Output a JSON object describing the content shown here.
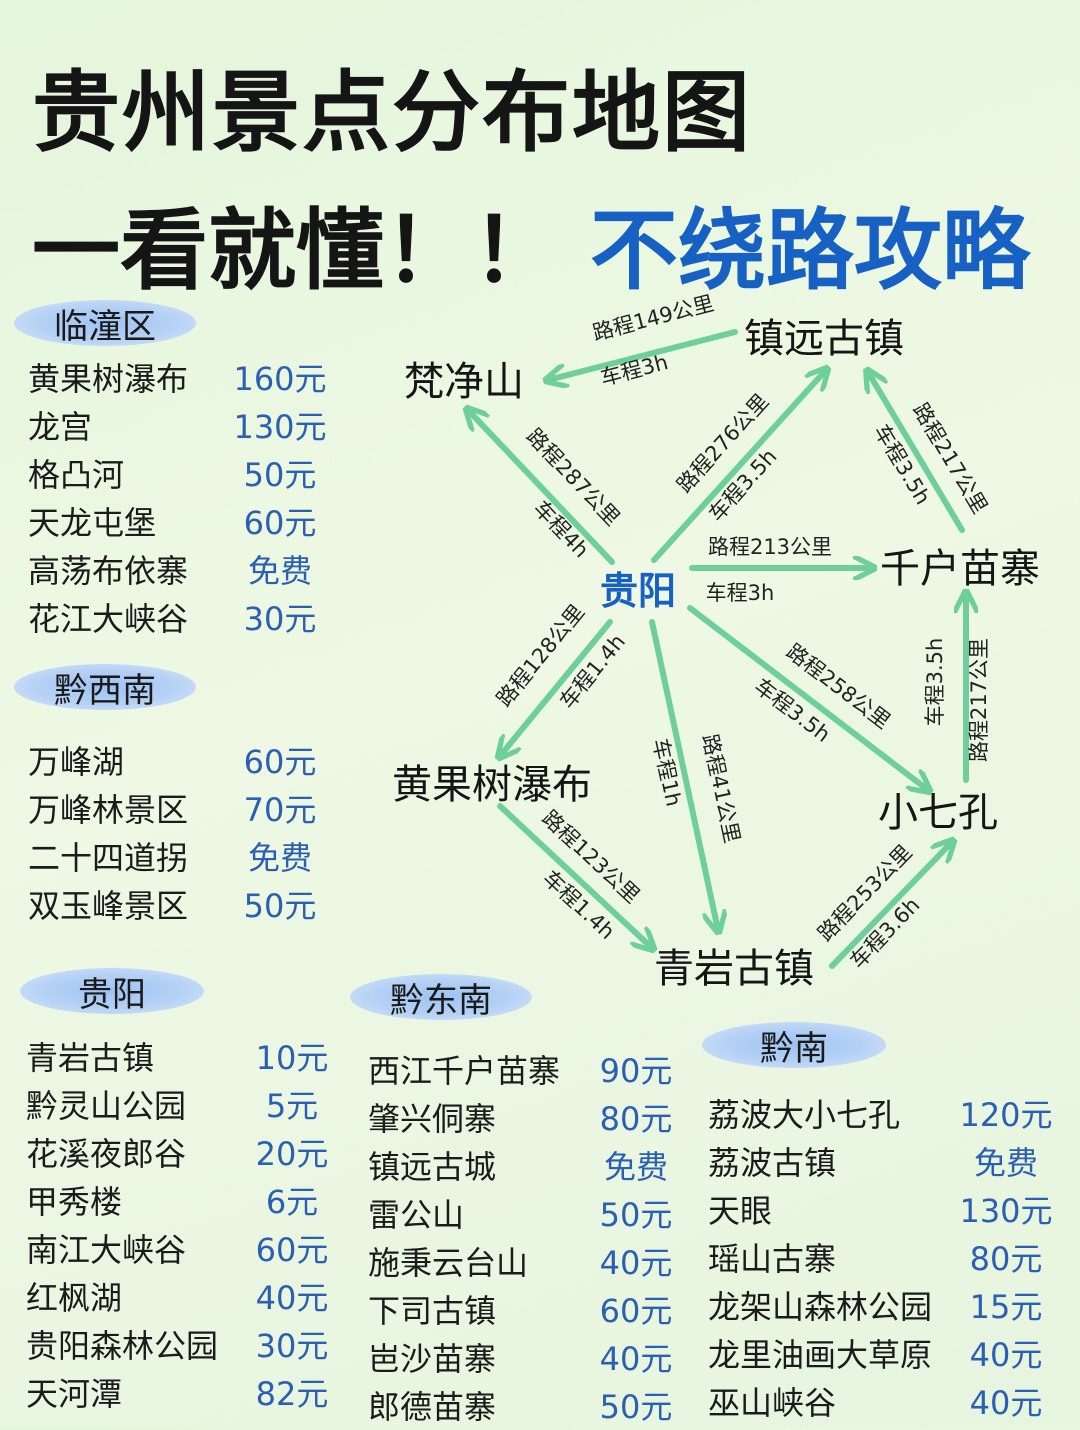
{
  "title": {
    "line1": "贵州景点分布地图",
    "line2a": "一看就懂！！",
    "line2b": "不绕路攻略"
  },
  "regions": [
    {
      "name": "临潼区",
      "items": [
        {
          "name": "黄果树瀑布",
          "price": "160元"
        },
        {
          "name": "龙宫",
          "price": "130元"
        },
        {
          "name": "格凸河",
          "price": "50元"
        },
        {
          "name": "天龙屯堡",
          "price": "60元"
        },
        {
          "name": "高荡布依寨",
          "price": "免费"
        },
        {
          "name": "花江大峡谷",
          "price": "30元"
        }
      ]
    },
    {
      "name": "黔西南",
      "items": [
        {
          "name": "万峰湖",
          "price": "60元"
        },
        {
          "name": "万峰林景区",
          "price": "70元"
        },
        {
          "name": "二十四道拐",
          "price": "免费"
        },
        {
          "name": "双玉峰景区",
          "price": "50元"
        }
      ]
    },
    {
      "name": "贵阳",
      "items": [
        {
          "name": "青岩古镇",
          "price": "10元"
        },
        {
          "name": "黔灵山公园",
          "price": "5元"
        },
        {
          "name": "花溪夜郎谷",
          "price": "20元"
        },
        {
          "name": "甲秀楼",
          "price": "6元"
        },
        {
          "name": "南江大峡谷",
          "price": "60元"
        },
        {
          "name": "红枫湖",
          "price": "40元"
        },
        {
          "name": "贵阳森林公园",
          "price": "30元"
        },
        {
          "name": "天河潭",
          "price": "82元"
        }
      ]
    },
    {
      "name": "黔东南",
      "items": [
        {
          "name": "西江千户苗寨",
          "price": "90元"
        },
        {
          "name": "肇兴侗寨",
          "price": "80元"
        },
        {
          "name": "镇远古城",
          "price": "免费"
        },
        {
          "name": "雷公山",
          "price": "50元"
        },
        {
          "name": "施秉云台山",
          "price": "40元"
        },
        {
          "name": "下司古镇",
          "price": "60元"
        },
        {
          "name": "岜沙苗寨",
          "price": "40元"
        },
        {
          "name": "郎德苗寨",
          "price": "50元"
        }
      ]
    },
    {
      "name": "黔南",
      "items": [
        {
          "name": "荔波大小七孔",
          "price": "120元"
        },
        {
          "name": "荔波古镇",
          "price": "免费"
        },
        {
          "name": "天眼",
          "price": "130元"
        },
        {
          "name": "瑶山古寨",
          "price": "80元"
        },
        {
          "name": "龙架山森林公园",
          "price": "15元"
        },
        {
          "name": "龙里油画大草原",
          "price": "40元"
        },
        {
          "name": "巫山峡谷",
          "price": "40元"
        }
      ]
    }
  ],
  "map": {
    "nodes": {
      "guiyang": "贵阳",
      "fanjingshan": "梵净山",
      "zhenyuan": "镇远古镇",
      "qianhu": "千户苗寨",
      "xiaoqikong": "小七孔",
      "qingyan": "青岩古镇",
      "huangguoshu": "黄果树瀑布"
    },
    "routes": [
      {
        "from": "zhenyuan",
        "to": "fanjingshan",
        "distance": "路程149公里",
        "time": "车程3h"
      },
      {
        "from": "guiyang",
        "to": "fanjingshan",
        "distance": "路程287公里",
        "time": "车程4h"
      },
      {
        "from": "guiyang",
        "to": "zhenyuan",
        "distance": "路程276公里",
        "time": "车程3.5h"
      },
      {
        "from": "qianhu",
        "to": "zhenyuan",
        "distance": "路程217公里",
        "time": "车程3.5h"
      },
      {
        "from": "guiyang",
        "to": "qianhu",
        "distance": "路程213公里",
        "time": "车程3h"
      },
      {
        "from": "xiaoqikong",
        "to": "qianhu",
        "distance": "路程217公里",
        "time": "车程3.5h"
      },
      {
        "from": "guiyang",
        "to": "xiaoqikong",
        "distance": "路程258公里",
        "time": "车程3.5h"
      },
      {
        "from": "guiyang",
        "to": "huangguoshu",
        "distance": "路程128公里",
        "time": "车程1.4h"
      },
      {
        "from": "guiyang",
        "to": "qingyan",
        "distance": "路程41公里",
        "time": "车程1h"
      },
      {
        "from": "huangguoshu",
        "to": "qingyan",
        "distance": "路程123公里",
        "time": "车程1.4h"
      },
      {
        "from": "qingyan",
        "to": "xiaoqikong",
        "distance": "路程253公里",
        "time": "车程3.6h"
      }
    ],
    "arrow_color": "#6fcf9a"
  }
}
